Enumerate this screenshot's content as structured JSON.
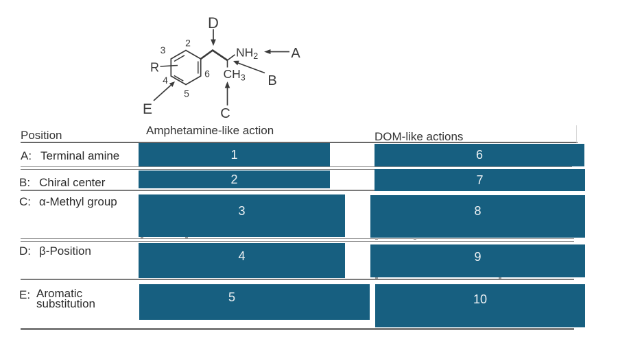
{
  "figure": {
    "structure": {
      "pointer_labels": {
        "a": "A",
        "b": "B",
        "c": "C",
        "d": "D",
        "e": "E"
      },
      "substituent": "R",
      "ring_positions": {
        "p2": "2",
        "p3": "3",
        "p4": "4",
        "p5": "5",
        "p6": "6"
      },
      "amine": {
        "base": "NH",
        "sub": "2"
      },
      "methyl": {
        "base": "CH",
        "sub": "3"
      }
    },
    "table": {
      "headers": {
        "position": "Position",
        "amphetamine": "Amphetamine-like action",
        "dom": "DOM-like actions"
      },
      "rows": [
        {
          "prefix": "A:",
          "label": "Terminal amine",
          "amph_box": "1",
          "dom_box": "6"
        },
        {
          "prefix": "B:",
          "label": "Chiral center",
          "amph_box": "2",
          "dom_box": "7"
        },
        {
          "prefix": "C:",
          "label": "α-Methyl group",
          "amph_box": "3",
          "dom_box": "8"
        },
        {
          "prefix": "D:",
          "label": "β-Position",
          "amph_box": "4",
          "dom_box": "9"
        },
        {
          "prefix": "E:",
          "label": "Aromatic",
          "label_line2": "substitution",
          "amph_box": "5",
          "dom_box": "10"
        }
      ]
    },
    "colors": {
      "box": "#175f80",
      "rule": "#7a7a7a",
      "ink": "#3a3a3a"
    }
  }
}
